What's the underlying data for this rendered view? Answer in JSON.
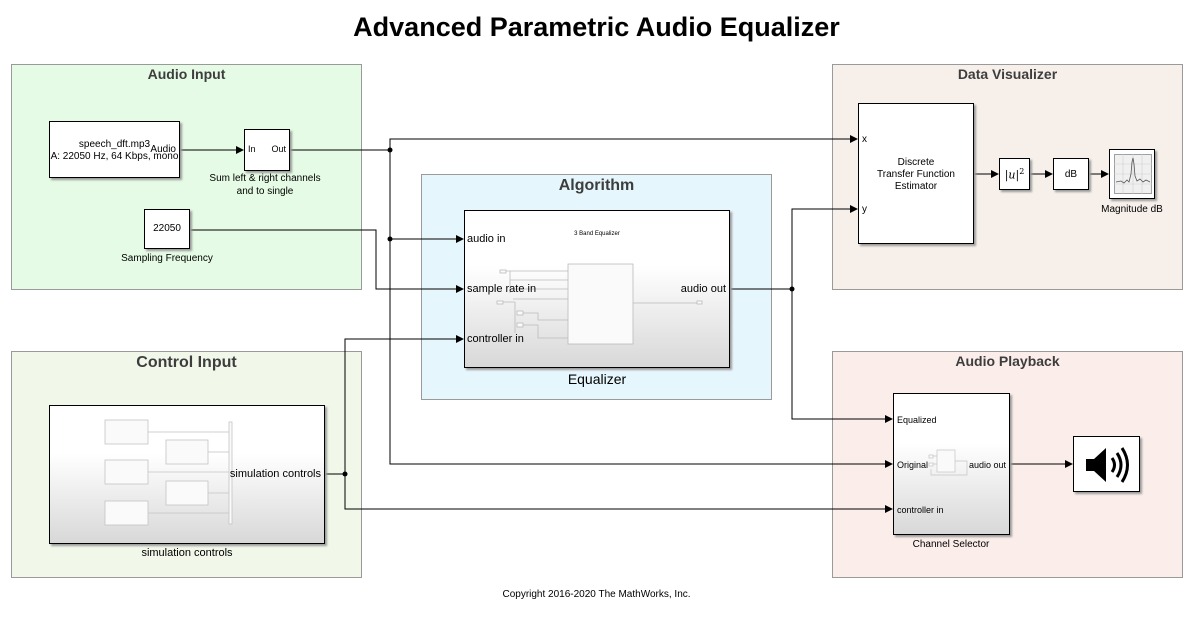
{
  "title": "Advanced Parametric Audio Equalizer",
  "copyright": "Copyright 2016-2020 The MathWorks, Inc.",
  "areas": {
    "audio_input": "Audio Input",
    "data_visualizer": "Data Visualizer",
    "algorithm": "Algorithm",
    "control_input": "Control Input",
    "audio_playback": "Audio Playback"
  },
  "colors": {
    "audio_input_bg": "#e5fbe5",
    "algorithm_bg": "#e6f6fd",
    "data_visualizer_bg": "#f7f0ea",
    "control_input_bg": "#f1f8ea",
    "audio_playback_bg": "#fbeeea"
  },
  "blocks": {
    "file_reader": {
      "line1": "speech_dft.mp3",
      "line2": "A: 22050 Hz, 64 Kbps, mono",
      "port_out": "Audio"
    },
    "sum_channels": {
      "port_in": "In",
      "port_out": "Out",
      "caption_line1": "Sum left & right channels",
      "caption_line2": "and to single"
    },
    "sampling": {
      "value": "22050",
      "caption": "Sampling Frequency"
    },
    "equalizer": {
      "inner_title": "3 Band Equalizer",
      "port_audio_in": "audio in",
      "port_sample_rate_in": "sample rate in",
      "port_controller_in": "controller in",
      "port_audio_out": "audio out",
      "caption": "Equalizer"
    },
    "tf_estimator": {
      "line1": "Discrete",
      "line2": "Transfer Function",
      "line3": "Estimator",
      "port_x": "x",
      "port_y": "y"
    },
    "abs_squared": {
      "symbol": "|u|",
      "exponent": "2"
    },
    "db": {
      "label": "dB"
    },
    "scope": {
      "caption": "Magnitude dB"
    },
    "sim_controls": {
      "port_out": "simulation controls",
      "caption": "simulation controls"
    },
    "channel_selector": {
      "port_equalized": "Equalized",
      "port_original": "Original",
      "port_controller_in": "controller in",
      "port_audio_out": "audio out",
      "caption": "Channel Selector"
    },
    "speaker": {
      "icon": "speaker-icon"
    }
  }
}
